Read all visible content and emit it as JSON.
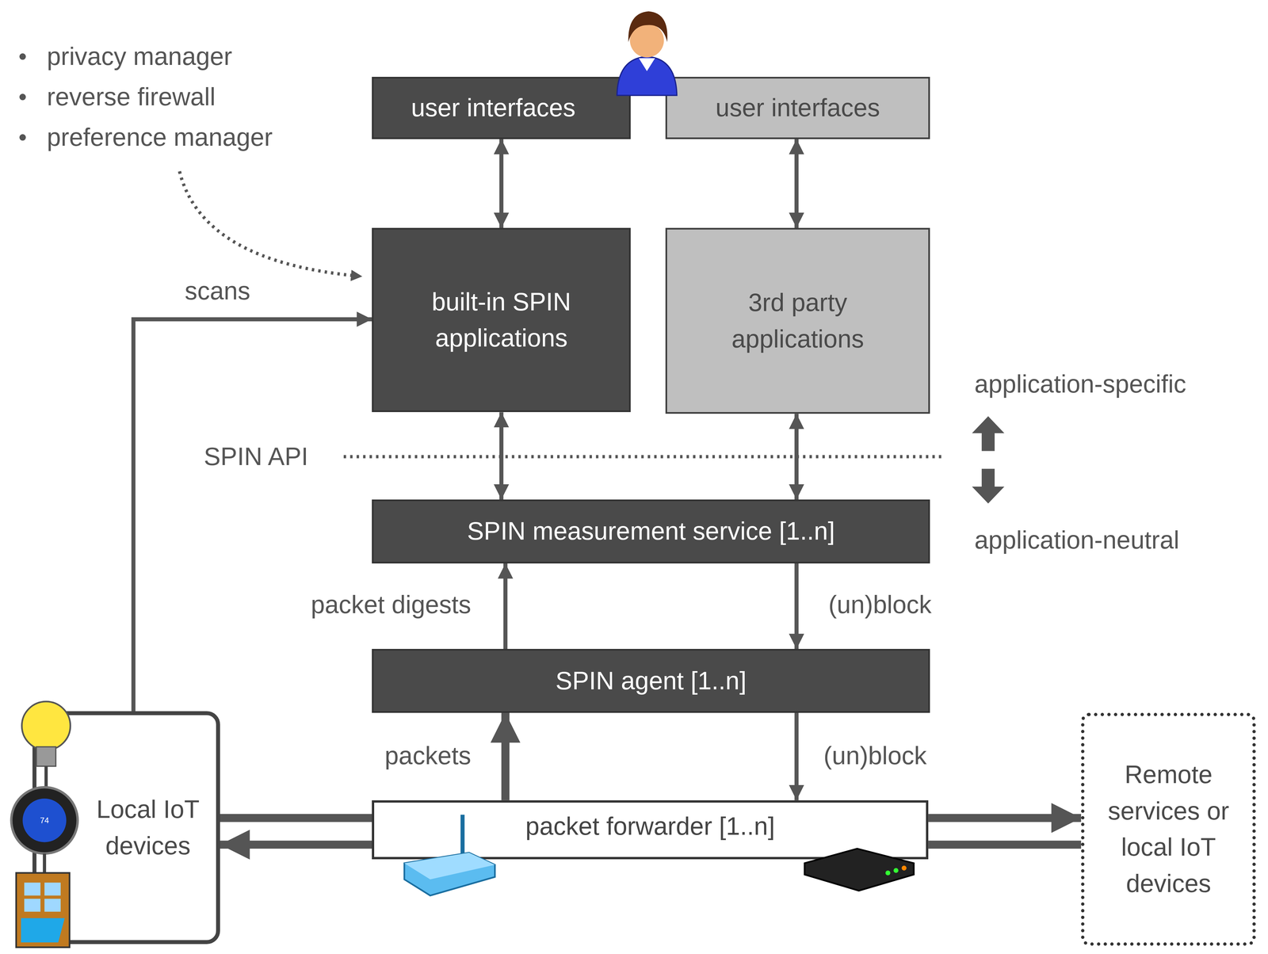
{
  "diagram": {
    "nodes": [
      {
        "text": [
          "user interfaces"
        ]
      },
      {
        "text": [
          "user interfaces"
        ]
      },
      {
        "text": [
          "built-in SPIN applications"
        ]
      },
      {
        "text": [
          "3rd party applications"
        ]
      },
      {
        "text": [
          "SPIN measurement service [1..n]"
        ]
      },
      {
        "text": [
          "SPIN agent [1..n]"
        ]
      },
      {
        "text": [
          "Local IoT devices"
        ]
      },
      {
        "text": [
          "packet forwarder [1..n]"
        ]
      },
      {
        "text": [
          "Remote services or local IoT devices"
        ]
      }
    ],
    "edges": [
      {
        "from": 0,
        "to": 2,
        "arrow": "both"
      },
      {
        "from": 1,
        "to": 3,
        "arrow": "both"
      },
      {
        "from": 2,
        "to": 4,
        "arrow": "both"
      },
      {
        "from": 3,
        "to": 4,
        "arrow": "both"
      },
      {
        "from": 5,
        "to": 4,
        "label": "packet digests",
        "arrow": "to"
      },
      {
        "from": 4,
        "to": 5,
        "label": "(un)block",
        "arrow": "to"
      },
      {
        "from": 7,
        "to": 5,
        "label": "packets",
        "arrow": "to"
      },
      {
        "from": 5,
        "to": 7,
        "label": "(un)block",
        "arrow": "to"
      },
      {
        "from": 6,
        "to": 2,
        "label": "scans",
        "arrow": "to"
      },
      {
        "from": 6,
        "to": 7,
        "arrow": "none"
      },
      {
        "from": 7,
        "to": 8,
        "arrow": "to"
      },
      {
        "from": 8,
        "to": 7,
        "arrow": "none"
      },
      {
        "from": 7,
        "to": 6,
        "arrow": "to"
      }
    ],
    "labels": [
      "privacy manager",
      "reverse firewall",
      "preference manager",
      "SPIN API",
      "application-specific",
      "application-neutral",
      "74"
    ]
  }
}
